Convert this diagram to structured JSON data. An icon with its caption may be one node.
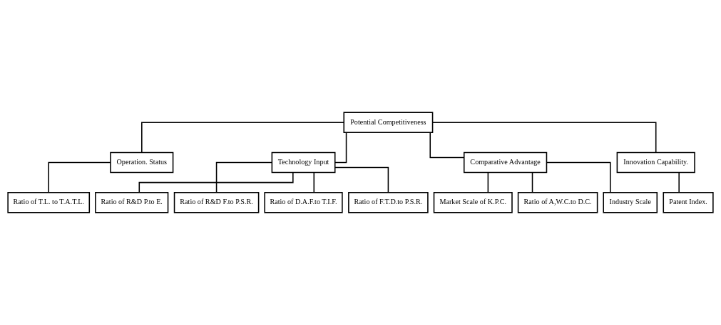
{
  "diagram": {
    "nodes": [
      {
        "text": [
          "Potential Competitiveness"
        ]
      },
      {
        "text": [
          "Operation. Status"
        ]
      },
      {
        "text": [
          "Technology Input"
        ]
      },
      {
        "text": [
          "Comparative Advantage"
        ]
      },
      {
        "text": [
          "Innovation Capability."
        ]
      },
      {
        "text": [
          "Ratio of T.L. to T.A.T.L."
        ]
      },
      {
        "text": [
          "Ratio of R&D P.to E."
        ]
      },
      {
        "text": [
          "Ratio of R&D F.to P.S.R."
        ]
      },
      {
        "text": [
          "Ratio of D.A.F.to T.I.F."
        ]
      },
      {
        "text": [
          "Ratio of F.T.D.to P.S.R."
        ]
      },
      {
        "text": [
          "Market Scale of K.P.C."
        ]
      },
      {
        "text": [
          "Ratio of A,W.C.to D.C."
        ]
      },
      {
        "text": [
          "Industry Scale"
        ]
      },
      {
        "text": [
          "Patent Index."
        ]
      }
    ],
    "edges": [
      {
        "from": 0,
        "to": 1,
        "arrow": "none"
      },
      {
        "from": 0,
        "to": 2,
        "arrow": "none"
      },
      {
        "from": 0,
        "to": 3,
        "arrow": "none"
      },
      {
        "from": 0,
        "to": 4,
        "arrow": "none"
      },
      {
        "from": 1,
        "to": 5,
        "arrow": "none"
      },
      {
        "from": 2,
        "to": 6,
        "arrow": "none"
      },
      {
        "from": 2,
        "to": 7,
        "arrow": "none"
      },
      {
        "from": 2,
        "to": 8,
        "arrow": "none"
      },
      {
        "from": 2,
        "to": 9,
        "arrow": "none"
      },
      {
        "from": 3,
        "to": 10,
        "arrow": "none"
      },
      {
        "from": 3,
        "to": 11,
        "arrow": "none"
      },
      {
        "from": 3,
        "to": 12,
        "arrow": "none"
      },
      {
        "from": 4,
        "to": 13,
        "arrow": "none"
      }
    ]
  }
}
